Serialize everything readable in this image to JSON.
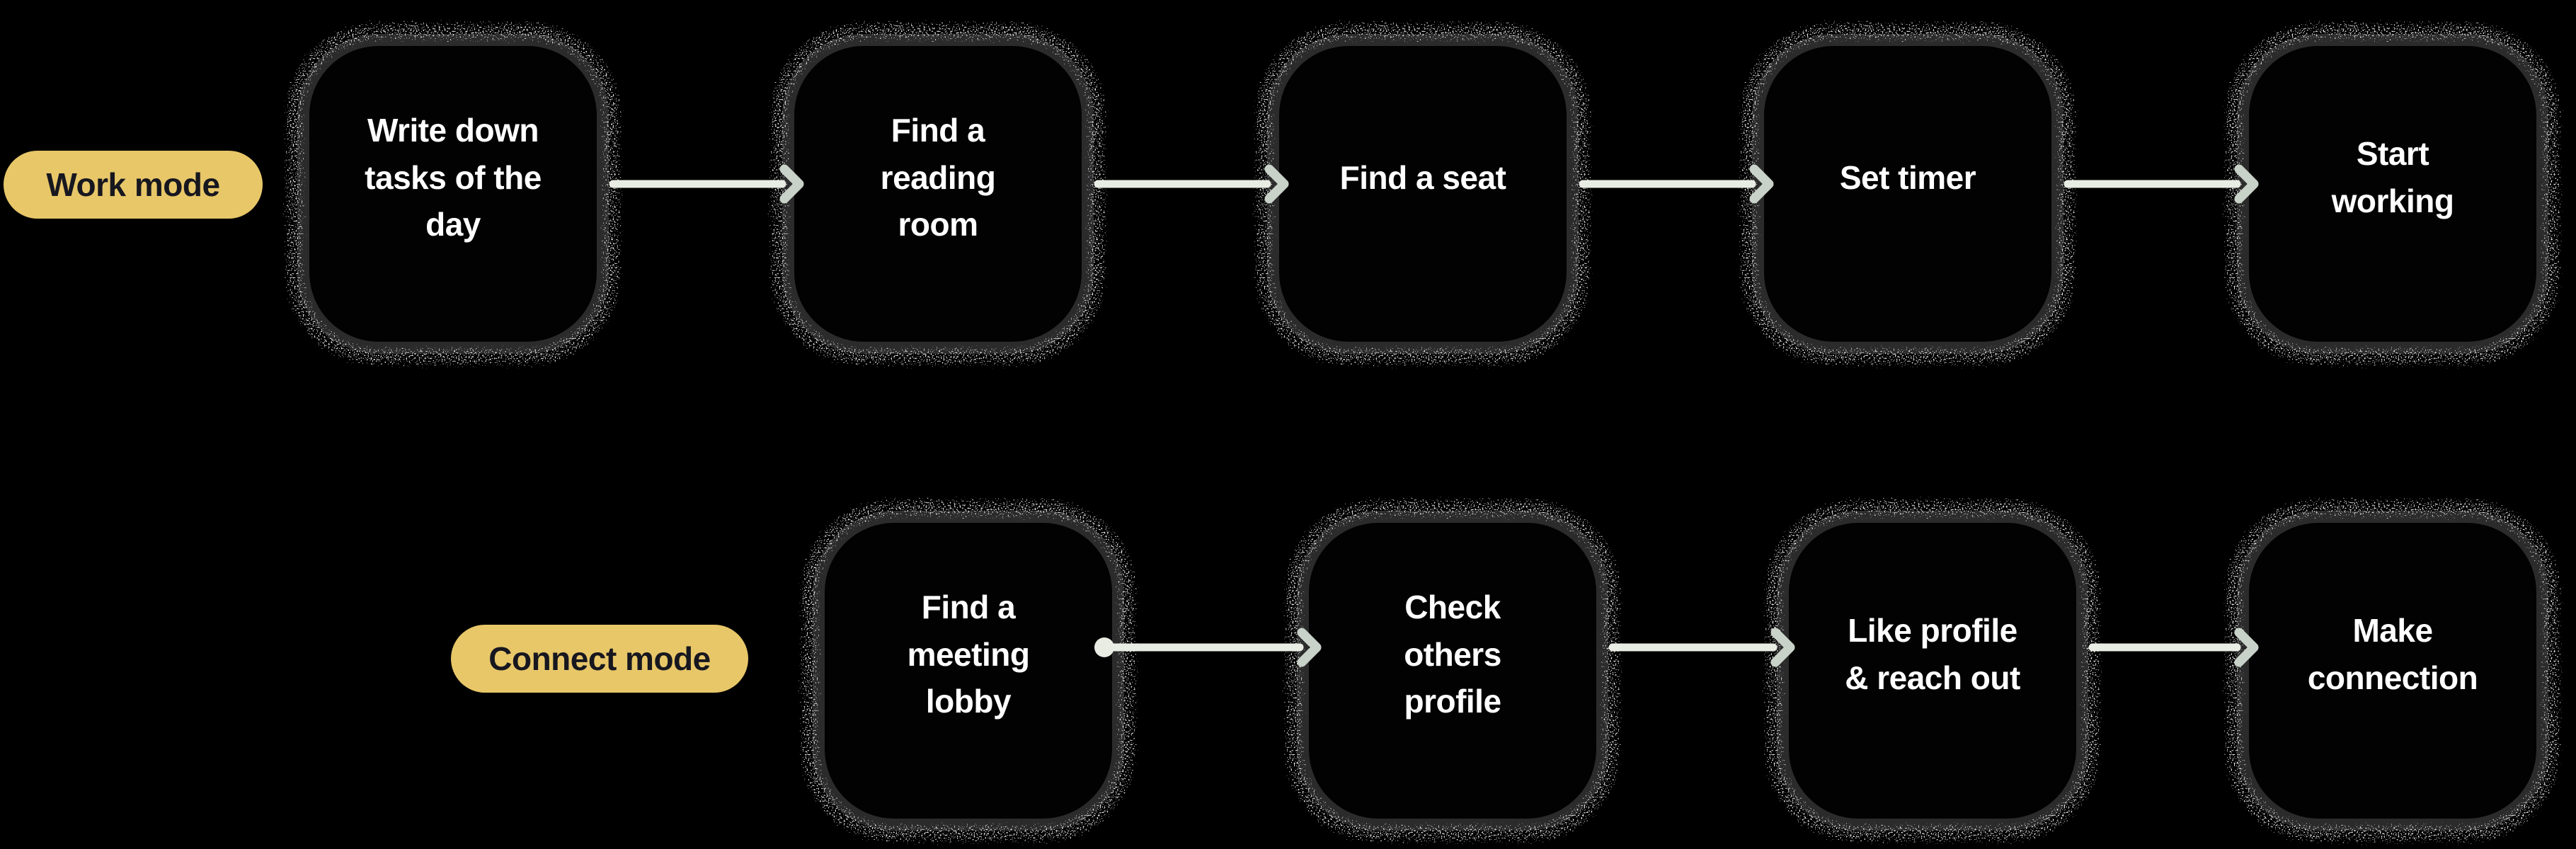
{
  "diagram": {
    "background": "#000000",
    "description_rows": 2
  },
  "colors": {
    "badge_bg": "#e8c769",
    "badge_text": "#17171f",
    "node_bg": "#020202",
    "node_ring": "#2b2b2b",
    "node_text": "#ffffff",
    "arrow_shaft": "#e9ece3",
    "arrow_head": "#c9d2c9",
    "spray_speckle": "#d8d8d8"
  },
  "flows": [
    {
      "badge_label": "Work mode",
      "steps": [
        {
          "label": "Write down\ntasks of the\nday"
        },
        {
          "label": "Find a\nreading\nroom"
        },
        {
          "label": "Find a seat"
        },
        {
          "label": "Set timer"
        },
        {
          "label": "Start\nworking"
        }
      ]
    },
    {
      "badge_label": "Connect mode",
      "steps": [
        {
          "label": "Find a\nmeeting\nlobby"
        },
        {
          "label": "Check\nothers\nprofile"
        },
        {
          "label": "Like profile\n& reach out"
        },
        {
          "label": "Make\nconnection"
        }
      ]
    }
  ]
}
